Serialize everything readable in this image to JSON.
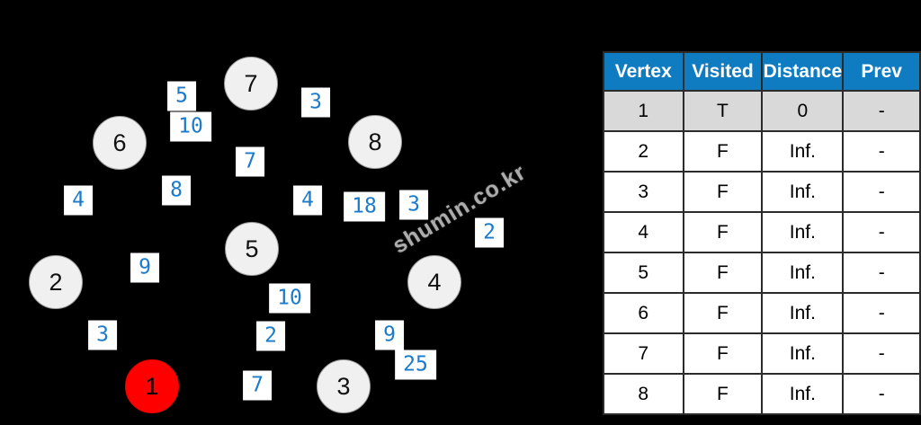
{
  "watermark": {
    "text": "shumin.co.kr"
  },
  "colors": {
    "background": "#000000",
    "table_header_blue": "#0f7cc2",
    "edge_label_blue": "#1b7ac9",
    "node_gray": "#f0f0f0",
    "start_node_red": "#ff0000",
    "highlight_row_gray": "#d9d9d9"
  },
  "graph": {
    "nodes": [
      {
        "id": "1",
        "role": "start"
      },
      {
        "id": "2",
        "role": "normal"
      },
      {
        "id": "3",
        "role": "normal"
      },
      {
        "id": "4",
        "role": "normal"
      },
      {
        "id": "5",
        "role": "normal"
      },
      {
        "id": "6",
        "role": "normal"
      },
      {
        "id": "7",
        "role": "normal"
      },
      {
        "id": "8",
        "role": "normal"
      }
    ],
    "edge_labels": [
      {
        "text": "5"
      },
      {
        "text": "10"
      },
      {
        "text": "3"
      },
      {
        "text": "7"
      },
      {
        "text": "8"
      },
      {
        "text": "4"
      },
      {
        "text": "4"
      },
      {
        "text": "18"
      },
      {
        "text": "3"
      },
      {
        "text": "2"
      },
      {
        "text": "9"
      },
      {
        "text": "10"
      },
      {
        "text": "3"
      },
      {
        "text": "2"
      },
      {
        "text": "9"
      },
      {
        "text": "25"
      },
      {
        "text": "7"
      }
    ]
  },
  "table": {
    "headers": [
      "Vertex",
      "Visited",
      "Distance",
      "Prev"
    ],
    "rows": [
      {
        "vertex": "1",
        "visited": "T",
        "distance": "0",
        "prev": "-"
      },
      {
        "vertex": "2",
        "visited": "F",
        "distance": "Inf.",
        "prev": "-"
      },
      {
        "vertex": "3",
        "visited": "F",
        "distance": "Inf.",
        "prev": "-"
      },
      {
        "vertex": "4",
        "visited": "F",
        "distance": "Inf.",
        "prev": "-"
      },
      {
        "vertex": "5",
        "visited": "F",
        "distance": "Inf.",
        "prev": "-"
      },
      {
        "vertex": "6",
        "visited": "F",
        "distance": "Inf.",
        "prev": "-"
      },
      {
        "vertex": "7",
        "visited": "F",
        "distance": "Inf.",
        "prev": "-"
      },
      {
        "vertex": "8",
        "visited": "F",
        "distance": "Inf.",
        "prev": "-"
      }
    ]
  }
}
